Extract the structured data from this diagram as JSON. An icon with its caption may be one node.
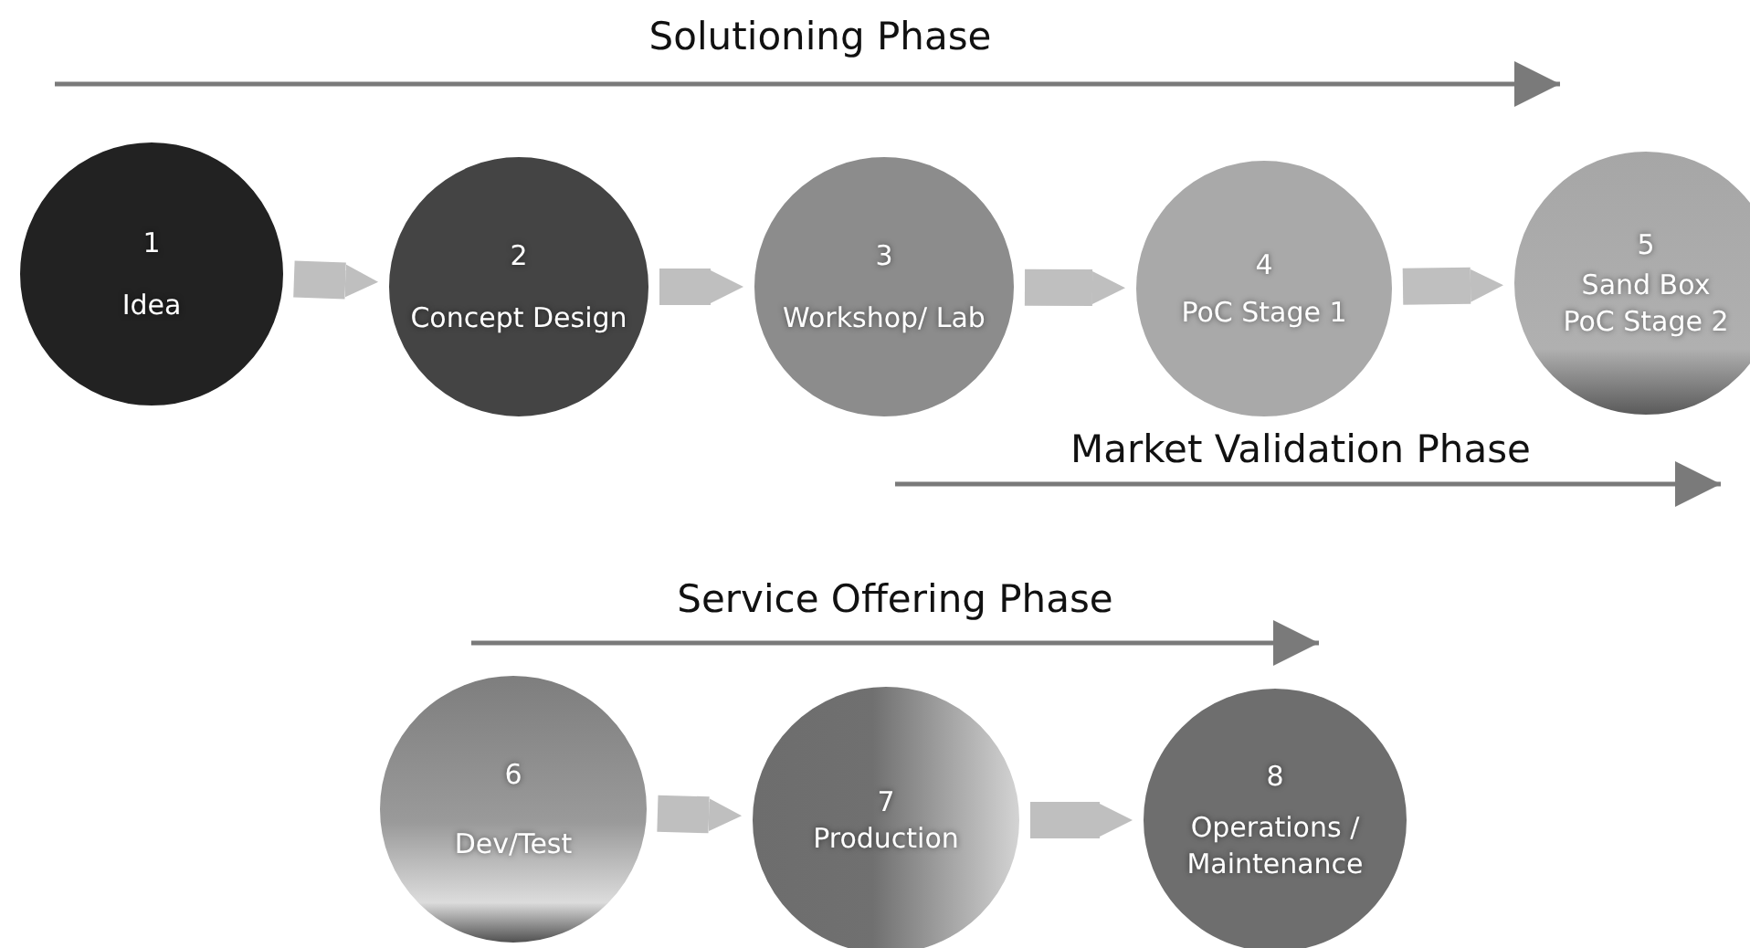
{
  "diagram": {
    "nodes": [
      {
        "text": [
          "1",
          "Idea"
        ]
      },
      {
        "text": [
          "2",
          "Concept Design"
        ]
      },
      {
        "text": [
          "3",
          "Workshop/ Lab"
        ]
      },
      {
        "text": [
          "4",
          "PoC Stage 1"
        ]
      },
      {
        "text": [
          "5",
          "Sand Box PoC Stage 2"
        ]
      },
      {
        "text": [
          "6",
          "Dev/Test"
        ]
      },
      {
        "text": [
          "7",
          "Production"
        ]
      },
      {
        "text": [
          "8",
          "Operations / Maintenance"
        ]
      }
    ],
    "edges": [
      {
        "from": 0,
        "to": 1,
        "arrow": "to"
      },
      {
        "from": 1,
        "to": 2,
        "arrow": "to"
      },
      {
        "from": 2,
        "to": 3,
        "arrow": "to"
      },
      {
        "from": 3,
        "to": 4,
        "arrow": "to"
      },
      {
        "from": 5,
        "to": 6,
        "arrow": "to"
      },
      {
        "from": 6,
        "to": 7,
        "arrow": "to"
      }
    ],
    "labels": [
      "Solutioning Phase",
      "Market Validation Phase",
      "Service Offering Phase"
    ]
  }
}
